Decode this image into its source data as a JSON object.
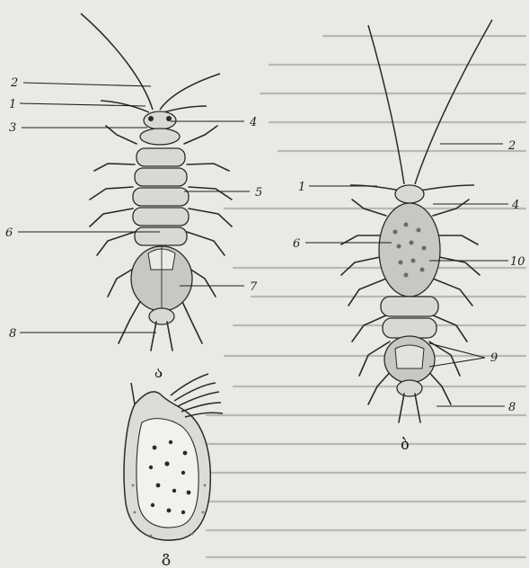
{
  "figure": {
    "label_a": {
      "numbers": [
        "2",
        "1",
        "3",
        "4",
        "5",
        "6",
        "7",
        "8"
      ],
      "caption": "ა"
    },
    "label_b": {
      "numbers": [
        "2",
        "1",
        "4",
        "6",
        "10",
        "9",
        "8"
      ],
      "caption": "ბ"
    },
    "label_c": {
      "caption": "გ"
    }
  }
}
